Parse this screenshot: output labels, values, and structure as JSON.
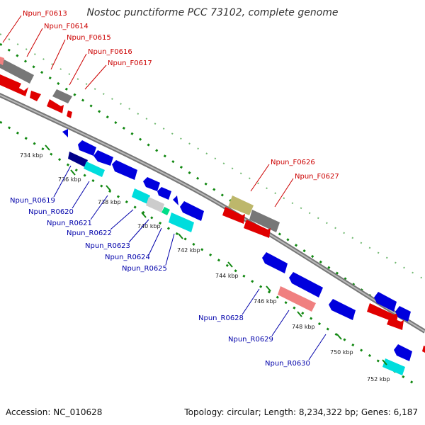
{
  "title": "Nostoc punctiforme PCC 73102, complete genome",
  "footer": {
    "accession": "Accession: NC_010628",
    "topology": "Topology: circular; Length: 8,234,322 bp; Genes: 6,187"
  },
  "colors": {
    "forward_cds": "#e00000",
    "reverse_cds": "#0000dd",
    "reverse_rna": "#00dddd",
    "gray_feature": "#777777",
    "olive_feature": "#bdb76b",
    "pink_feature": "#f08080",
    "tick": "#118811",
    "label_forward": "#cc0000",
    "label_reverse": "#0000aa"
  },
  "forward_labels": [
    "Npun_F0613",
    "Npun_F0614",
    "Npun_F0615",
    "Npun_F0616",
    "Npun_F0617",
    "Npun_F0626",
    "Npun_F0627"
  ],
  "reverse_labels": [
    "Npun_R0619",
    "Npun_R0620",
    "Npun_R0621",
    "Npun_R0622",
    "Npun_R0623",
    "Npun_R0624",
    "Npun_R0625",
    "Npun_R0628",
    "Npun_R0629",
    "Npun_R0630"
  ],
  "position_labels": [
    "734 kbp",
    "736 kbp",
    "738 kbp",
    "740 kbp",
    "742 kbp",
    "744 kbp",
    "746 kbp",
    "748 kbp",
    "750 kbp",
    "752 kbp"
  ]
}
